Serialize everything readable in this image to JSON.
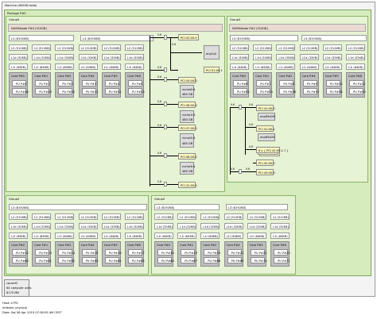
{
  "machine_label": "Machine (600GB total)",
  "package_label": "Package P#0",
  "groups": {
    "g0": "Group0",
    "g1": "Group0",
    "g2": "Group0",
    "g3": "Group0"
  },
  "numa0": "NUMANode P#0 (310GB)",
  "numa1": "NUMANode P#2 (310GB)",
  "l3": "L3 (8192KB)",
  "l2": "L2 (512KB)",
  "l1d": "L1d (32KB)",
  "l1i": "L1i (64KB)",
  "core_row_a": [
    "Core P#0",
    "Core P#1",
    "Core P#2",
    "Core P#4",
    "Core P#5",
    "Core P#6"
  ],
  "pu_row_a_top": [
    "PU P#0",
    "PU P#1",
    "PU P#2",
    "PU P#3",
    "PU P#4",
    "PU P#5"
  ],
  "pu_row_a_bottom": [
    "PU P#48",
    "PU P#49",
    "PU P#50",
    "PU P#51",
    "PU P#52",
    "PU P#53"
  ],
  "core_row_b": [
    "Core P#0",
    "Core P#1",
    "Core P#2",
    "Core P#4",
    "Core P#5",
    "Core P#6"
  ],
  "pu_row_b_top": [
    "PU P#6",
    "PU P#7",
    "PU P#8",
    "PU P#9",
    "PU P#10",
    "PU P#11"
  ],
  "pu_row_b_bottom": [
    "PU P#54",
    "PU P#55",
    "PU P#56",
    "PU P#57",
    "PU P#58",
    "PU P#59"
  ],
  "core_row_c": [
    "Core P#0",
    "Core P#1",
    "Core P#2",
    "Core P#4",
    "Core P#5",
    "Core P#6"
  ],
  "pu_row_c_top": [
    "PU P#12",
    "PU P#13",
    "PU P#14",
    "PU P#15",
    "PU P#16",
    "PU P#17"
  ],
  "pu_row_c_bottom": [
    "PU P#60",
    "PU P#61",
    "PU P#62",
    "PU P#63",
    "PU P#64",
    "PU P#65"
  ],
  "core_row_d": [
    "Core P#0",
    "Core P#1",
    "Core P#2",
    "Core P#4",
    "Core P#5",
    "Core P#6"
  ],
  "pu_row_d_top": [
    "PU P#18",
    "PU P#19",
    "PU P#20",
    "PU P#21",
    "PU P#22",
    "PU P#23"
  ],
  "pu_row_d_bottom": [
    "PU P#66",
    "PU P#67",
    "PU P#68",
    "PU P#69",
    "PU P#70",
    "PU P#71"
  ],
  "link_speeds": [
    "0.6",
    "0.6",
    "0.6",
    "0.6",
    "0.6",
    "0.6",
    "0.6",
    "0.6"
  ],
  "pci_devices": {
    "p1": "PCI 02:00.0",
    "p1_os": "enp1s0",
    "p2": "PCI 01:00.1",
    "p3": "PCI 04:00.0",
    "p3_os": [
      "nvme0n1",
      "480 GB"
    ],
    "p4": "PCI 06:00.0",
    "p4_os": [
      "nvme1n1",
      "480 GB"
    ],
    "p5": "PCI 07:00.0",
    "p5_os": [
      "nvme2n1",
      "480 GB"
    ],
    "p6": "PCI 08:00.0",
    "p6_os": [
      "nvme3n1",
      "480 GB"
    ],
    "p7": "PCI 22:00.0",
    "q1": "PCI 41:00.0",
    "q1_os": "enp65s0f0",
    "q2": "PCI 41:00.1",
    "q2_os": "enp65s0f1",
    "q3": "6 x { PCI 42:00.1-7 }",
    "q4": "PCI 42:00.0",
    "q5": "PCI 43:00.0"
  },
  "misc": {
    "title": "cpuset2",
    "line1": "64 compute units",
    "line2": "8170 MB"
  },
  "footer": {
    "host": "Host: z7PG",
    "indexes": "Indexes: physical",
    "date": "Date: Sat 06 Apr 2019 07:38:55 AM CEST"
  }
}
